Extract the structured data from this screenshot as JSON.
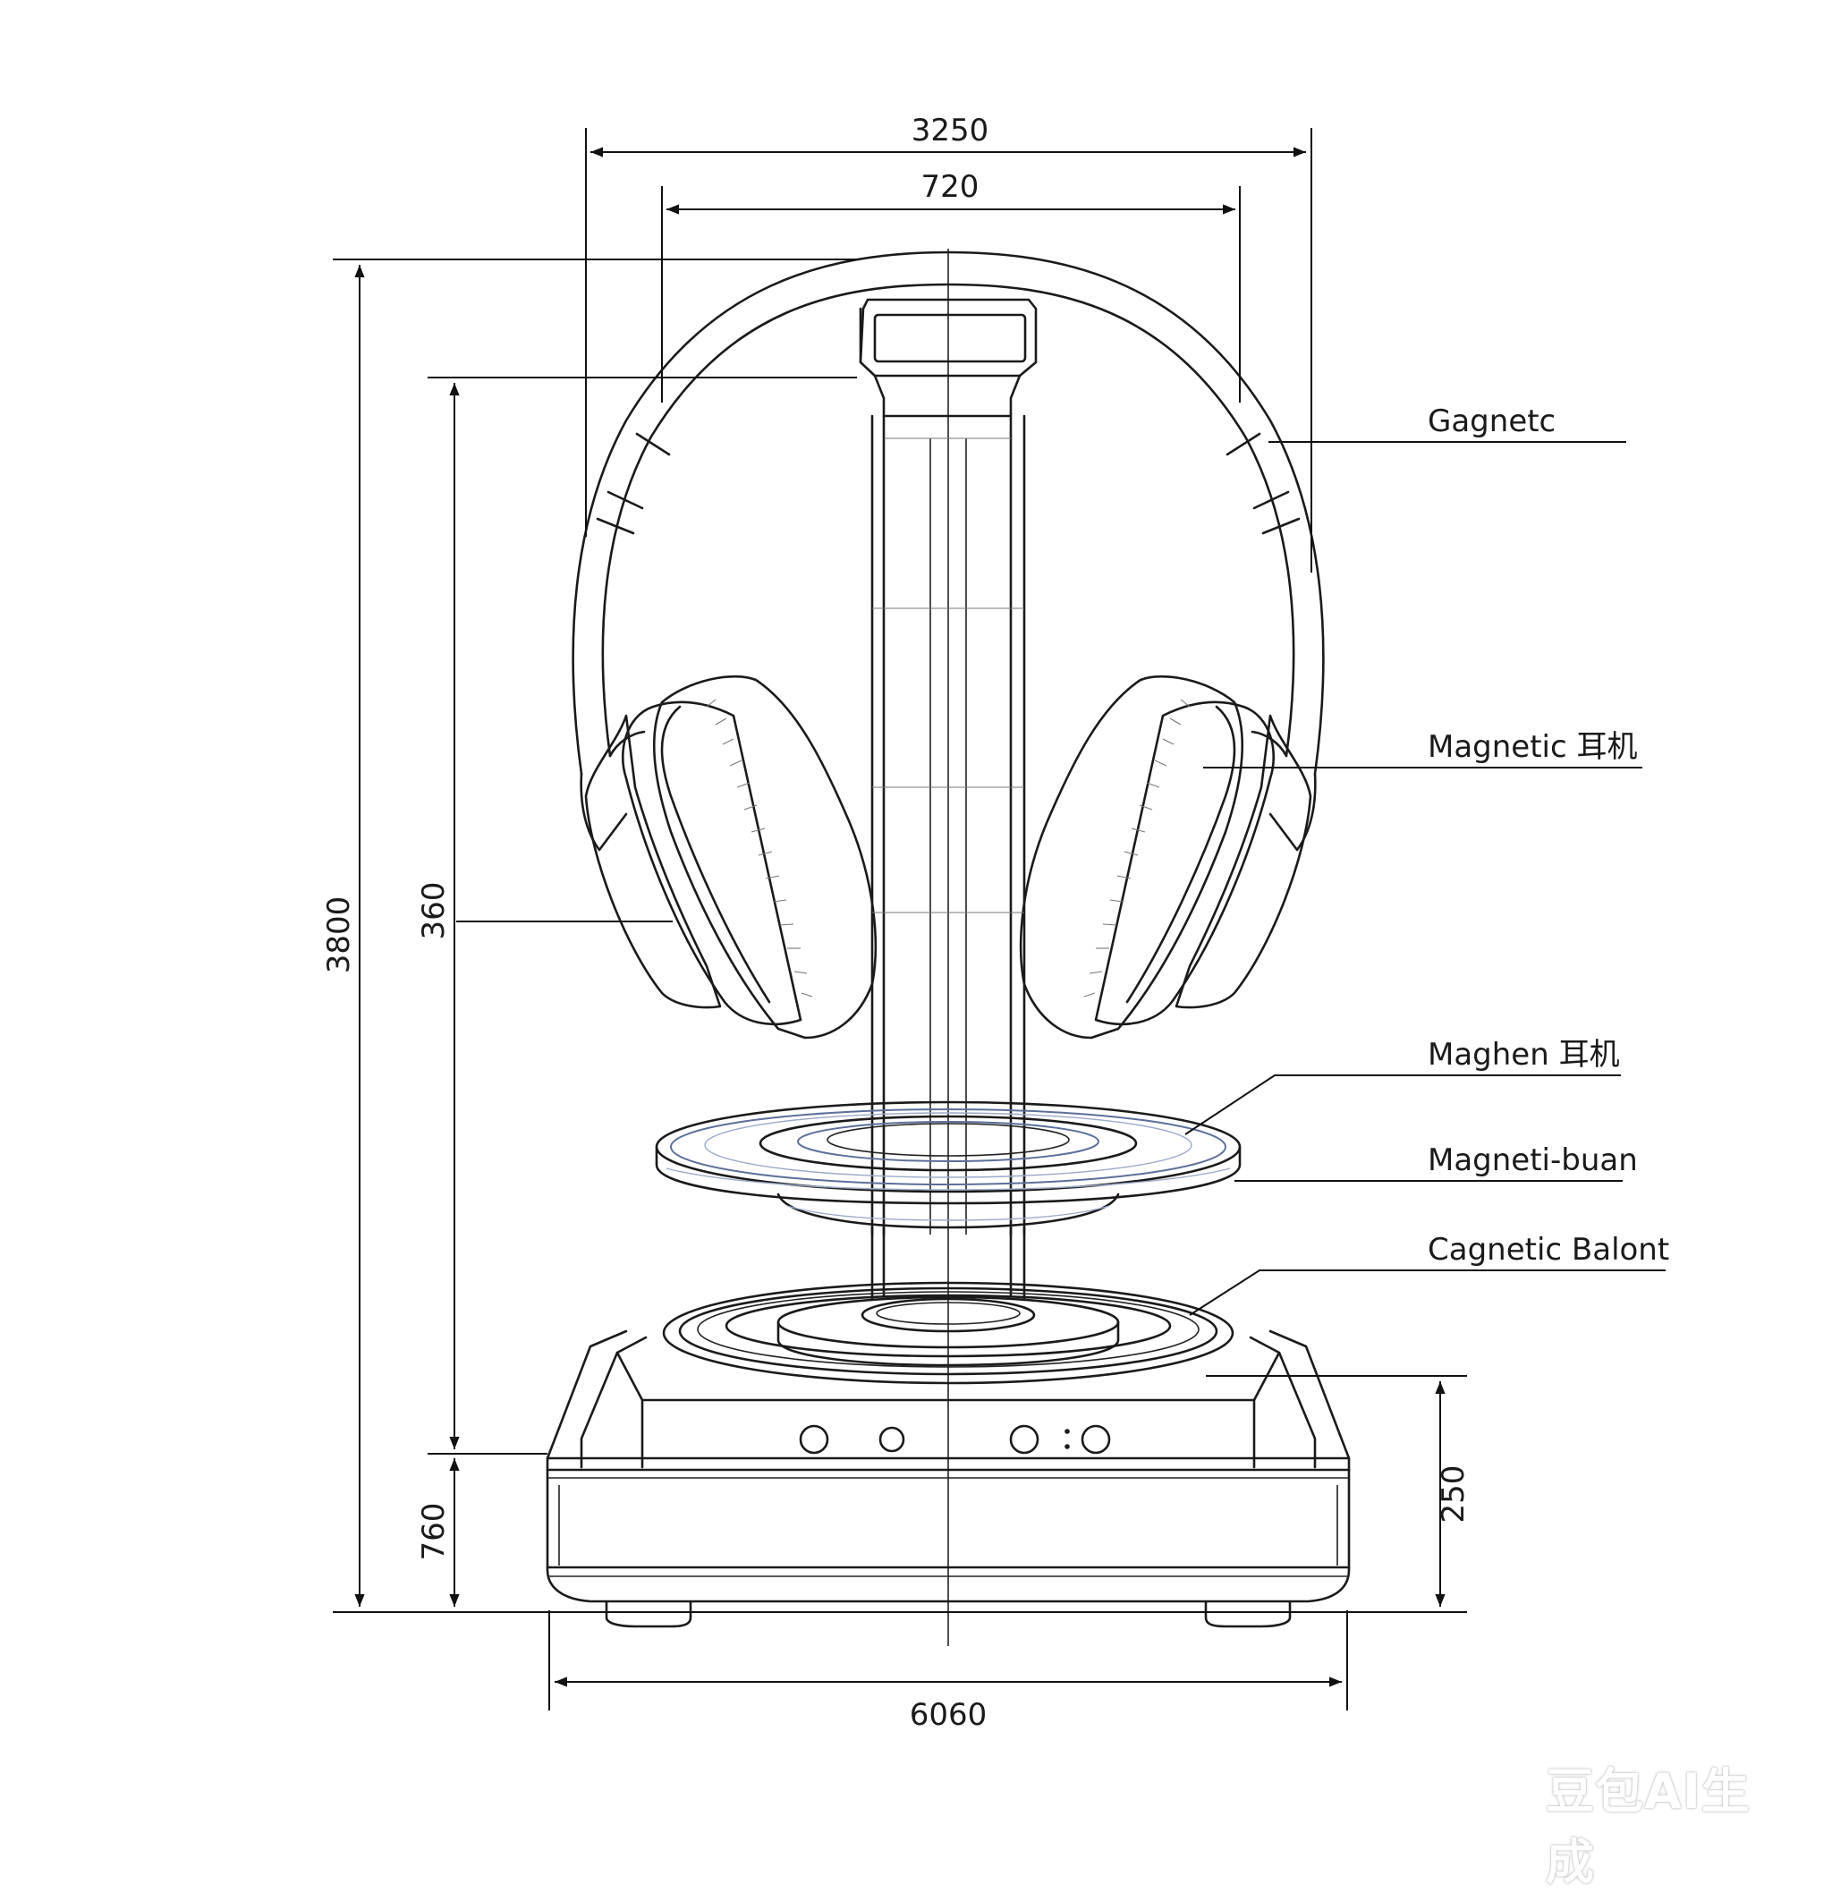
{
  "dimensions": {
    "top_outer": "3250",
    "top_inner": "720",
    "left_outer": "3800",
    "left_inner": "360",
    "left_lower": "760",
    "right_base": "250",
    "bottom": "6060"
  },
  "callouts": [
    {
      "text": "Gagnetc"
    },
    {
      "text": "Magnetic 耳机"
    },
    {
      "text": "Maghen 耳机"
    },
    {
      "text": "Magneti-buan"
    },
    {
      "text": "Cagnetic Balont"
    }
  ],
  "watermark": "豆包AI生成",
  "colors": {
    "line": "#1a1a1a",
    "glass": "#5b6f9a",
    "background": "#ffffff"
  }
}
